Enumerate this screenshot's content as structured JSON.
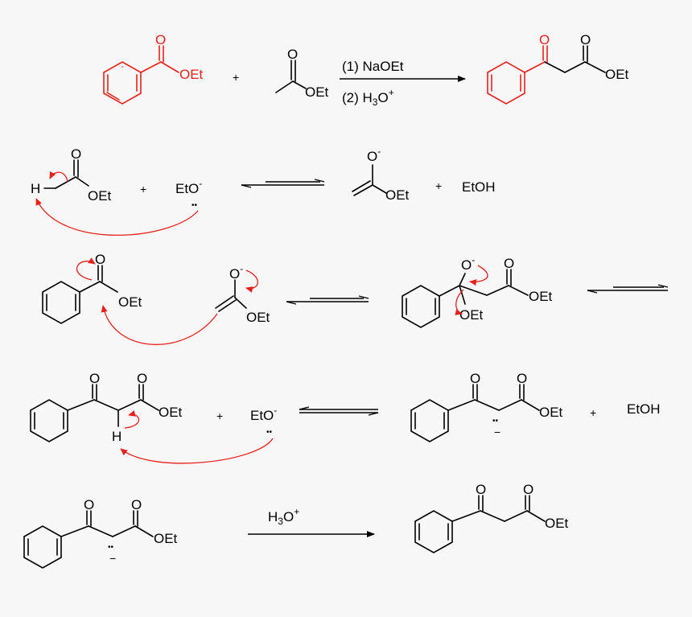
{
  "colors": {
    "background": "#f7f7f7",
    "ink": "#000000",
    "highlight": "#e8201c"
  },
  "overall": {
    "ester_label": "OEt",
    "carbonyl_o": "O",
    "plus": "+",
    "acetate_ester_label": "OEt",
    "acetate_o": "O",
    "condition_1": "(1) NaOEt",
    "condition_2_prefix": "(2) H",
    "condition_2_sub": "3",
    "condition_2_mid": "O",
    "condition_2_sup": "+",
    "product_ketone_o": "O",
    "product_ester_o": "O",
    "product_ester_label": "OEt"
  },
  "step1": {
    "h_label": "H",
    "carbonyl_o": "O",
    "ester_label": "OEt",
    "plus_1": "+",
    "base_label": "EtO",
    "base_charge": "-",
    "lone_pair": "••",
    "enolate_o": "O",
    "enolate_charge": "-",
    "enolate_ester_label": "OEt",
    "plus_2": "+",
    "byproduct": "EtOH"
  },
  "step2": {
    "carbonyl_o": "O",
    "ester_label": "OEt",
    "enolate_o": "O",
    "enolate_charge": "-",
    "enolate_ester_label": "OEt",
    "tet_o": "O",
    "tet_charge": "-",
    "tet_leaving_label": "OEt",
    "tet_ester_o": "O",
    "tet_ester_label": "OEt"
  },
  "step3": {
    "ketone_o": "O",
    "ester_o": "O",
    "ester_label": "OEt",
    "h_label": "H",
    "plus_1": "+",
    "base_label": "EtO",
    "base_charge": "-",
    "lone_pair": "••",
    "enolate_ketone_o": "O",
    "enolate_ester_o": "O",
    "enolate_ester_label": "OEt",
    "carbanion_pair": "••",
    "carbanion_charge": "−",
    "plus_2": "+",
    "byproduct": "EtOH"
  },
  "step4": {
    "ketone_o": "O",
    "ester_o": "O",
    "ester_label": "OEt",
    "carbanion_pair": "••",
    "carbanion_charge": "−",
    "reagent_prefix": "H",
    "reagent_sub": "3",
    "reagent_mid": "O",
    "reagent_sup": "+",
    "product_ketone_o": "O",
    "product_ester_o": "O",
    "product_ester_label": "OEt"
  }
}
